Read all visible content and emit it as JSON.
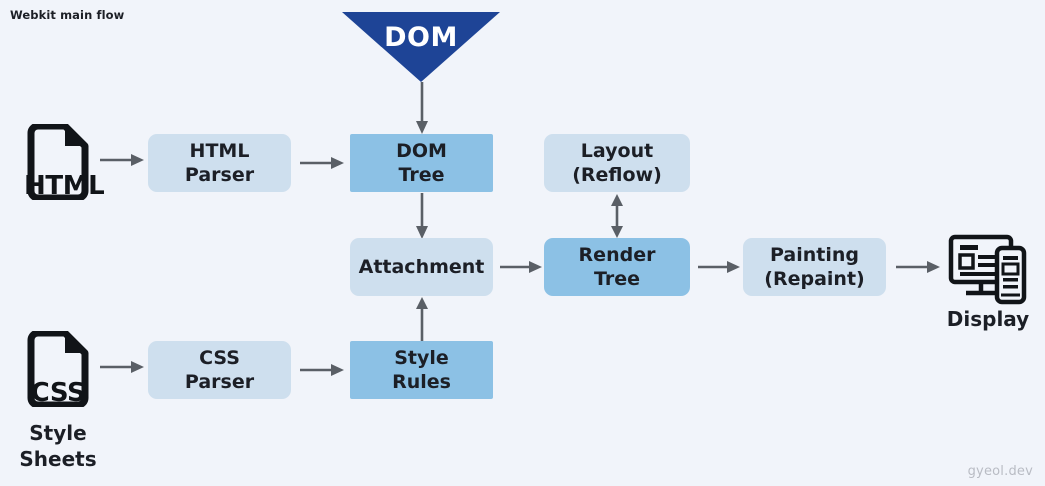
{
  "diagram": {
    "title": "Webkit main flow",
    "watermark": "gyeol.dev",
    "colors": {
      "background": "#f1f4fa",
      "box_light": "#cedfee",
      "box_medium": "#8cc1e5",
      "dom_triangle": "#1e4496",
      "arrow": "#5a5f66",
      "icon": "#111418",
      "text": "#1c1f26",
      "watermark": "#b9bcc4"
    },
    "source_nodes": [
      {
        "id": "html-source",
        "icon": "file-document-icon",
        "tag": "HTML",
        "caption": ""
      },
      {
        "id": "css-source",
        "icon": "file-document-icon",
        "tag": "CSS",
        "caption_line1": "Style",
        "caption_line2": "Sheets"
      }
    ],
    "dom_input": {
      "label": "DOM",
      "shape": "triangle-down"
    },
    "boxes": [
      {
        "id": "html-parser",
        "line1": "HTML",
        "line2": "Parser",
        "style": "light"
      },
      {
        "id": "dom-tree",
        "line1": "DOM",
        "line2": "Tree",
        "style": "medium"
      },
      {
        "id": "layout",
        "line1": "Layout",
        "line2": "(Reflow)",
        "style": "light"
      },
      {
        "id": "attachment",
        "line1": "Attachment",
        "line2": "",
        "style": "light"
      },
      {
        "id": "render-tree",
        "line1": "Render",
        "line2": "Tree",
        "style": "medium"
      },
      {
        "id": "painting",
        "line1": "Painting",
        "line2": "(Repaint)",
        "style": "light"
      },
      {
        "id": "css-parser",
        "line1": "CSS",
        "line2": "Parser",
        "style": "light"
      },
      {
        "id": "style-rules",
        "line1": "Style",
        "line2": "Rules",
        "style": "medium"
      }
    ],
    "display": {
      "icon": "monitor-and-phone-icon",
      "label": "Display"
    },
    "edges": [
      {
        "from": "html-source",
        "to": "html-parser",
        "direction": "right"
      },
      {
        "from": "html-parser",
        "to": "dom-tree",
        "direction": "right"
      },
      {
        "from": "dom-input",
        "to": "dom-tree",
        "direction": "down"
      },
      {
        "from": "dom-tree",
        "to": "attachment",
        "direction": "down"
      },
      {
        "from": "attachment",
        "to": "render-tree",
        "direction": "right"
      },
      {
        "from": "layout",
        "to": "render-tree",
        "direction": "both"
      },
      {
        "from": "render-tree",
        "to": "painting",
        "direction": "right"
      },
      {
        "from": "painting",
        "to": "display",
        "direction": "right"
      },
      {
        "from": "css-source",
        "to": "css-parser",
        "direction": "right"
      },
      {
        "from": "css-parser",
        "to": "style-rules",
        "direction": "right"
      },
      {
        "from": "style-rules",
        "to": "attachment",
        "direction": "up"
      }
    ]
  }
}
